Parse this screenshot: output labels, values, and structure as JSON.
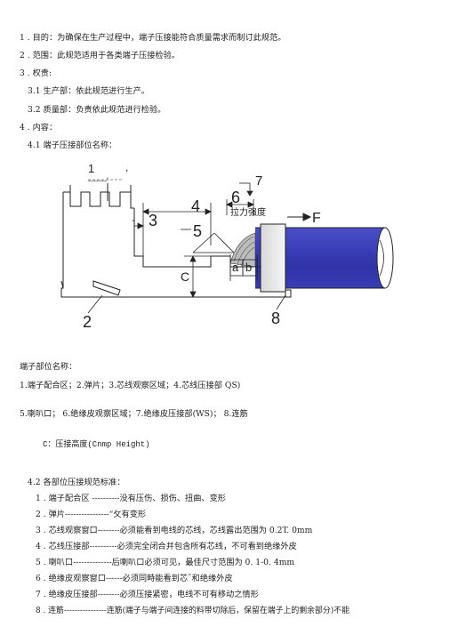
{
  "intro": [
    "1 . 目的：为确保在生产过程中，端子压接能符合质量需求而制订此规范。",
    "2 . 范围：此规范适用于各类端子压接检验。",
    "3 . 权责:",
    "3.1  生产部：依此规范进行生产。",
    "3.2  质量部：负责依此规范进行检验。",
    "4 . 内容：",
    "4.1  端子压接部位名称："
  ],
  "diagram": {
    "top_mark_1": "1",
    "top_mark_comma": ",",
    "top_mark_dashes": "-------'",
    "num_2": "2",
    "num_3": "3",
    "num_4": "4",
    "num_5": "5",
    "num_6": "6",
    "num_7": "7",
    "num_8": "8",
    "letter_a": "a",
    "letter_b": "b",
    "letter_c": "C",
    "force_text": "拉力强度",
    "force_label": "F"
  },
  "parts": {
    "heading": "端子部位名称：",
    "line1": "1.端子配合区；2.弹片；3.芯线观察区域；4.芯线压接部 QS)",
    "line2": "5.喇叭口；  6.绝缘皮观察区域；7.绝缘皮压接部(WS)；  8.连筋",
    "crimp": "C：压接高度(Cnmp Height)"
  },
  "standards": {
    "heading": "4.2 各部位压接规范标准：",
    "items": [
      "1 . 端子配合区 ----------没有压伤、损伤、扭曲、变形",
      "2 . 弹片----------------“攵有变形",
      "3 . 芯线观察窗口--------必须能看到电线的芯线，芯线露出范围为 0.2T.  0mm",
      "4 . 芯线压接部----------必须完全闭合并包含所有芯线，不可看到绝缘外皮",
      "5 . 喇叭口--------------后喇叭口必须可见，最佳尺寸范围为 0. 1-0. 4mm",
      "6 . 绝缘皮观察窗口------必须同畤能看到芯ˆ和绝缘外皮",
      "7 . 绝缘皮压接部--------必须压接紧密，电线不可有移动之情形",
      "8 . 连筋----------------连筋(端子与端子间连接的料带切除后，保留在端子上的剩余部分)不能"
    ]
  }
}
